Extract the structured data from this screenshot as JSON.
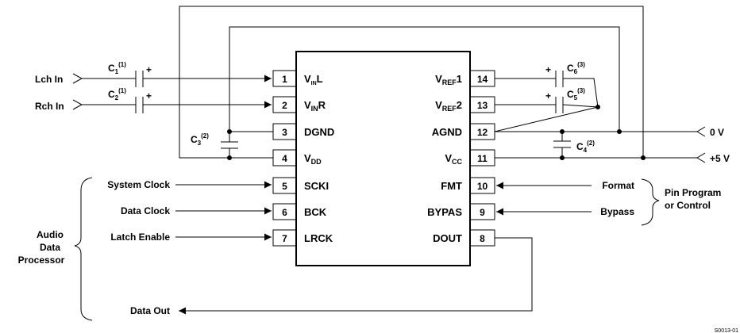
{
  "left_inputs": {
    "lch": "Lch In",
    "rch": "Rch In"
  },
  "capacitors": {
    "c1": {
      "base": "C",
      "sub": "1",
      "sup": "(1)"
    },
    "c2": {
      "base": "C",
      "sub": "2",
      "sup": "(1)"
    },
    "c3": {
      "base": "C",
      "sub": "3",
      "sup": "(2)"
    },
    "c4": {
      "base": "C",
      "sub": "4",
      "sup": "(2)"
    },
    "c5": {
      "base": "C",
      "sub": "5",
      "sup": "(3)"
    },
    "c6": {
      "base": "C",
      "sub": "6",
      "sup": "(3)"
    },
    "plus": "+"
  },
  "left_pins": [
    {
      "num": "1",
      "name": "V",
      "sub": "IN",
      "suffix": "L"
    },
    {
      "num": "2",
      "name": "V",
      "sub": "IN",
      "suffix": "R"
    },
    {
      "num": "3",
      "name": "DGND",
      "sub": "",
      "suffix": ""
    },
    {
      "num": "4",
      "name": "V",
      "sub": "DD",
      "suffix": ""
    },
    {
      "num": "5",
      "name": "SCKI",
      "sub": "",
      "suffix": ""
    },
    {
      "num": "6",
      "name": "BCK",
      "sub": "",
      "suffix": ""
    },
    {
      "num": "7",
      "name": "LRCK",
      "sub": "",
      "suffix": ""
    }
  ],
  "right_pins": [
    {
      "num": "14",
      "name": "V",
      "sub": "REF",
      "suffix": "1"
    },
    {
      "num": "13",
      "name": "V",
      "sub": "REF",
      "suffix": "2"
    },
    {
      "num": "12",
      "name": "AGND",
      "sub": "",
      "suffix": ""
    },
    {
      "num": "11",
      "name": "V",
      "sub": "CC",
      "suffix": ""
    },
    {
      "num": "10",
      "name": "FMT",
      "sub": "",
      "suffix": ""
    },
    {
      "num": "9",
      "name": "BYPAS",
      "sub": "",
      "suffix": ""
    },
    {
      "num": "8",
      "name": "DOUT",
      "sub": "",
      "suffix": ""
    }
  ],
  "power": {
    "zero_v": "0 V",
    "plus_5v": "+5 V"
  },
  "signals": {
    "system_clock": "System Clock",
    "data_clock": "Data Clock",
    "latch_enable": "Latch Enable",
    "data_out": "Data Out"
  },
  "left_group": [
    "Audio",
    "Data",
    "Processor"
  ],
  "right_inputs": {
    "format": "Format",
    "bypass": "Bypass"
  },
  "right_group": [
    "Pin Program",
    "or Control"
  ],
  "figure_id": "S0013-01"
}
